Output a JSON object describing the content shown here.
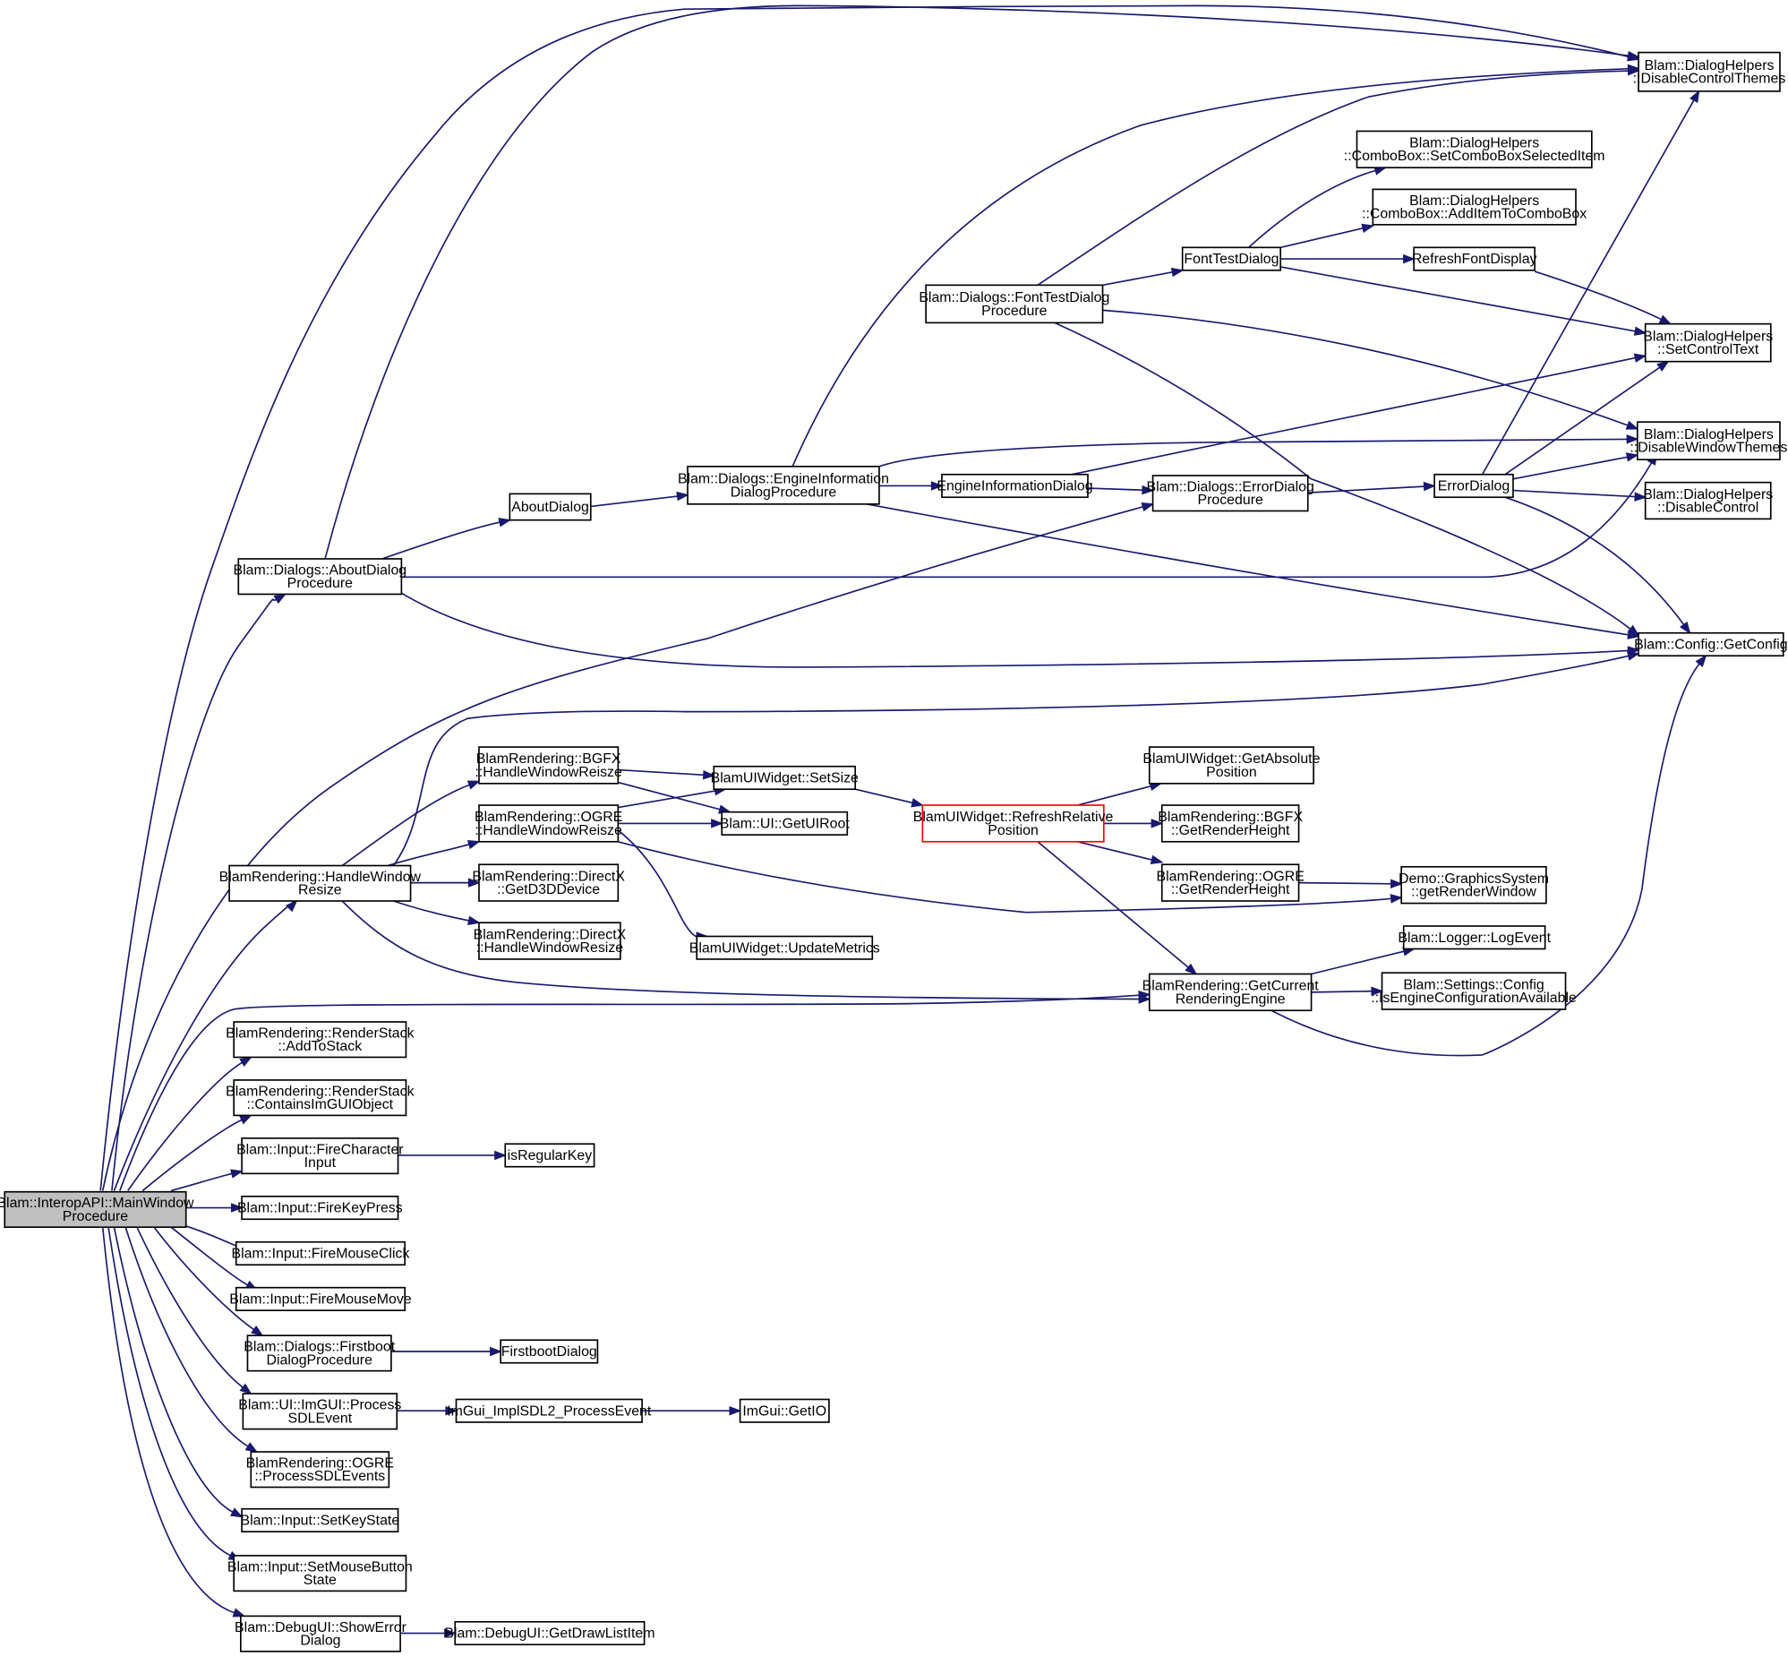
{
  "graph": {
    "nodes": {
      "main": [
        "Blam::InteropAPI::MainWindow",
        "Procedure"
      ],
      "aboutproc": [
        "Blam::Dialogs::AboutDialog",
        "Procedure"
      ],
      "aboutdlg": [
        "AboutDialog"
      ],
      "engproc": [
        "Blam::Dialogs::EngineInformation",
        "DialogProcedure"
      ],
      "engdlg": [
        "EngineInformationDialog"
      ],
      "fontproc": [
        "Blam::Dialogs::FontTestDialog",
        "Procedure"
      ],
      "fontdlg": [
        "FontTestDialog"
      ],
      "refreshfont": [
        "RefreshFontDisplay"
      ],
      "setcombo": [
        "Blam::DialogHelpers",
        "::ComboBox::SetComboBoxSelectedItem"
      ],
      "additem": [
        "Blam::DialogHelpers",
        "::ComboBox::AddItemToComboBox"
      ],
      "errproc": [
        "Blam::Dialogs::ErrorDialog",
        "Procedure"
      ],
      "errdlg": [
        "ErrorDialog"
      ],
      "disctrlthemes": [
        "Blam::DialogHelpers",
        "::DisableControlThemes"
      ],
      "setctrltext": [
        "Blam::DialogHelpers",
        "::SetControlText"
      ],
      "diswinthemes": [
        "Blam::DialogHelpers",
        "::DisableWindowThemes"
      ],
      "disctrl": [
        "Blam::DialogHelpers",
        "::DisableControl"
      ],
      "getconfig": [
        "Blam::Config::GetConfig"
      ],
      "hwr": [
        "BlamRendering::HandleWindow",
        "Resize"
      ],
      "bgfxhwr": [
        "BlamRendering::BGFX",
        "::HandleWindowReisze"
      ],
      "ogrehwr": [
        "BlamRendering::OGRE",
        "::HandleWindowReisze"
      ],
      "dxd3d": [
        "BlamRendering::DirectX",
        "::GetD3DDevice"
      ],
      "dxhwr": [
        "BlamRendering::DirectX",
        "::HandleWindowResize"
      ],
      "setsize": [
        "BlamUIWidget::SetSize"
      ],
      "getuiroot": [
        "Blam::UI::GetUIRoot"
      ],
      "updmetrics": [
        "BlamUIWidget::UpdateMetrics"
      ],
      "refreshrel": [
        "BlamUIWidget::RefreshRelative",
        "Position"
      ],
      "getabspos": [
        "BlamUIWidget::GetAbsolute",
        "Position"
      ],
      "bgfxgrh": [
        "BlamRendering::BGFX",
        "::GetRenderHeight"
      ],
      "ogregrh": [
        "BlamRendering::OGRE",
        "::GetRenderHeight"
      ],
      "demogrw": [
        "Demo::GraphicsSystem",
        "::getRenderWindow"
      ],
      "getcurre": [
        "BlamRendering::GetCurrent",
        "RenderingEngine"
      ],
      "logevent": [
        "Blam::Logger::LogEvent"
      ],
      "isengcfg": [
        "Blam::Settings::Config",
        "::IsEngineConfigurationAvailable"
      ],
      "addtostack": [
        "BlamRendering::RenderStack",
        "::AddToStack"
      ],
      "containsimgui": [
        "BlamRendering::RenderStack",
        "::ContainsImGUIObject"
      ],
      "firechar": [
        "Blam::Input::FireCharacter",
        "Input"
      ],
      "isregkey": [
        "isRegularKey"
      ],
      "firekey": [
        "Blam::Input::FireKeyPress"
      ],
      "fireclick": [
        "Blam::Input::FireMouseClick"
      ],
      "firemove": [
        "Blam::Input::FireMouseMove"
      ],
      "fbproc": [
        "Blam::Dialogs::Firstboot",
        "DialogProcedure"
      ],
      "fbdlg": [
        "FirstbootDialog"
      ],
      "imguiproc": [
        "Blam::UI::ImGUI::Process",
        "SDLEvent"
      ],
      "sdl2proc": [
        "ImGui_ImplSDL2_ProcessEvent"
      ],
      "getio": [
        "ImGui::GetIO"
      ],
      "ogresdl": [
        "BlamRendering::OGRE",
        "::ProcessSDLEvents"
      ],
      "setkey": [
        "Blam::Input::SetKeyState"
      ],
      "setmouse": [
        "Blam::Input::SetMouseButton",
        "State"
      ],
      "showerr": [
        "Blam::DebugUI::ShowError",
        "Dialog"
      ],
      "getdrawlist": [
        "Blam::DebugUI::GetDrawListItem"
      ]
    },
    "edge_color": "#191970",
    "highlight_color": "#ff0000"
  }
}
